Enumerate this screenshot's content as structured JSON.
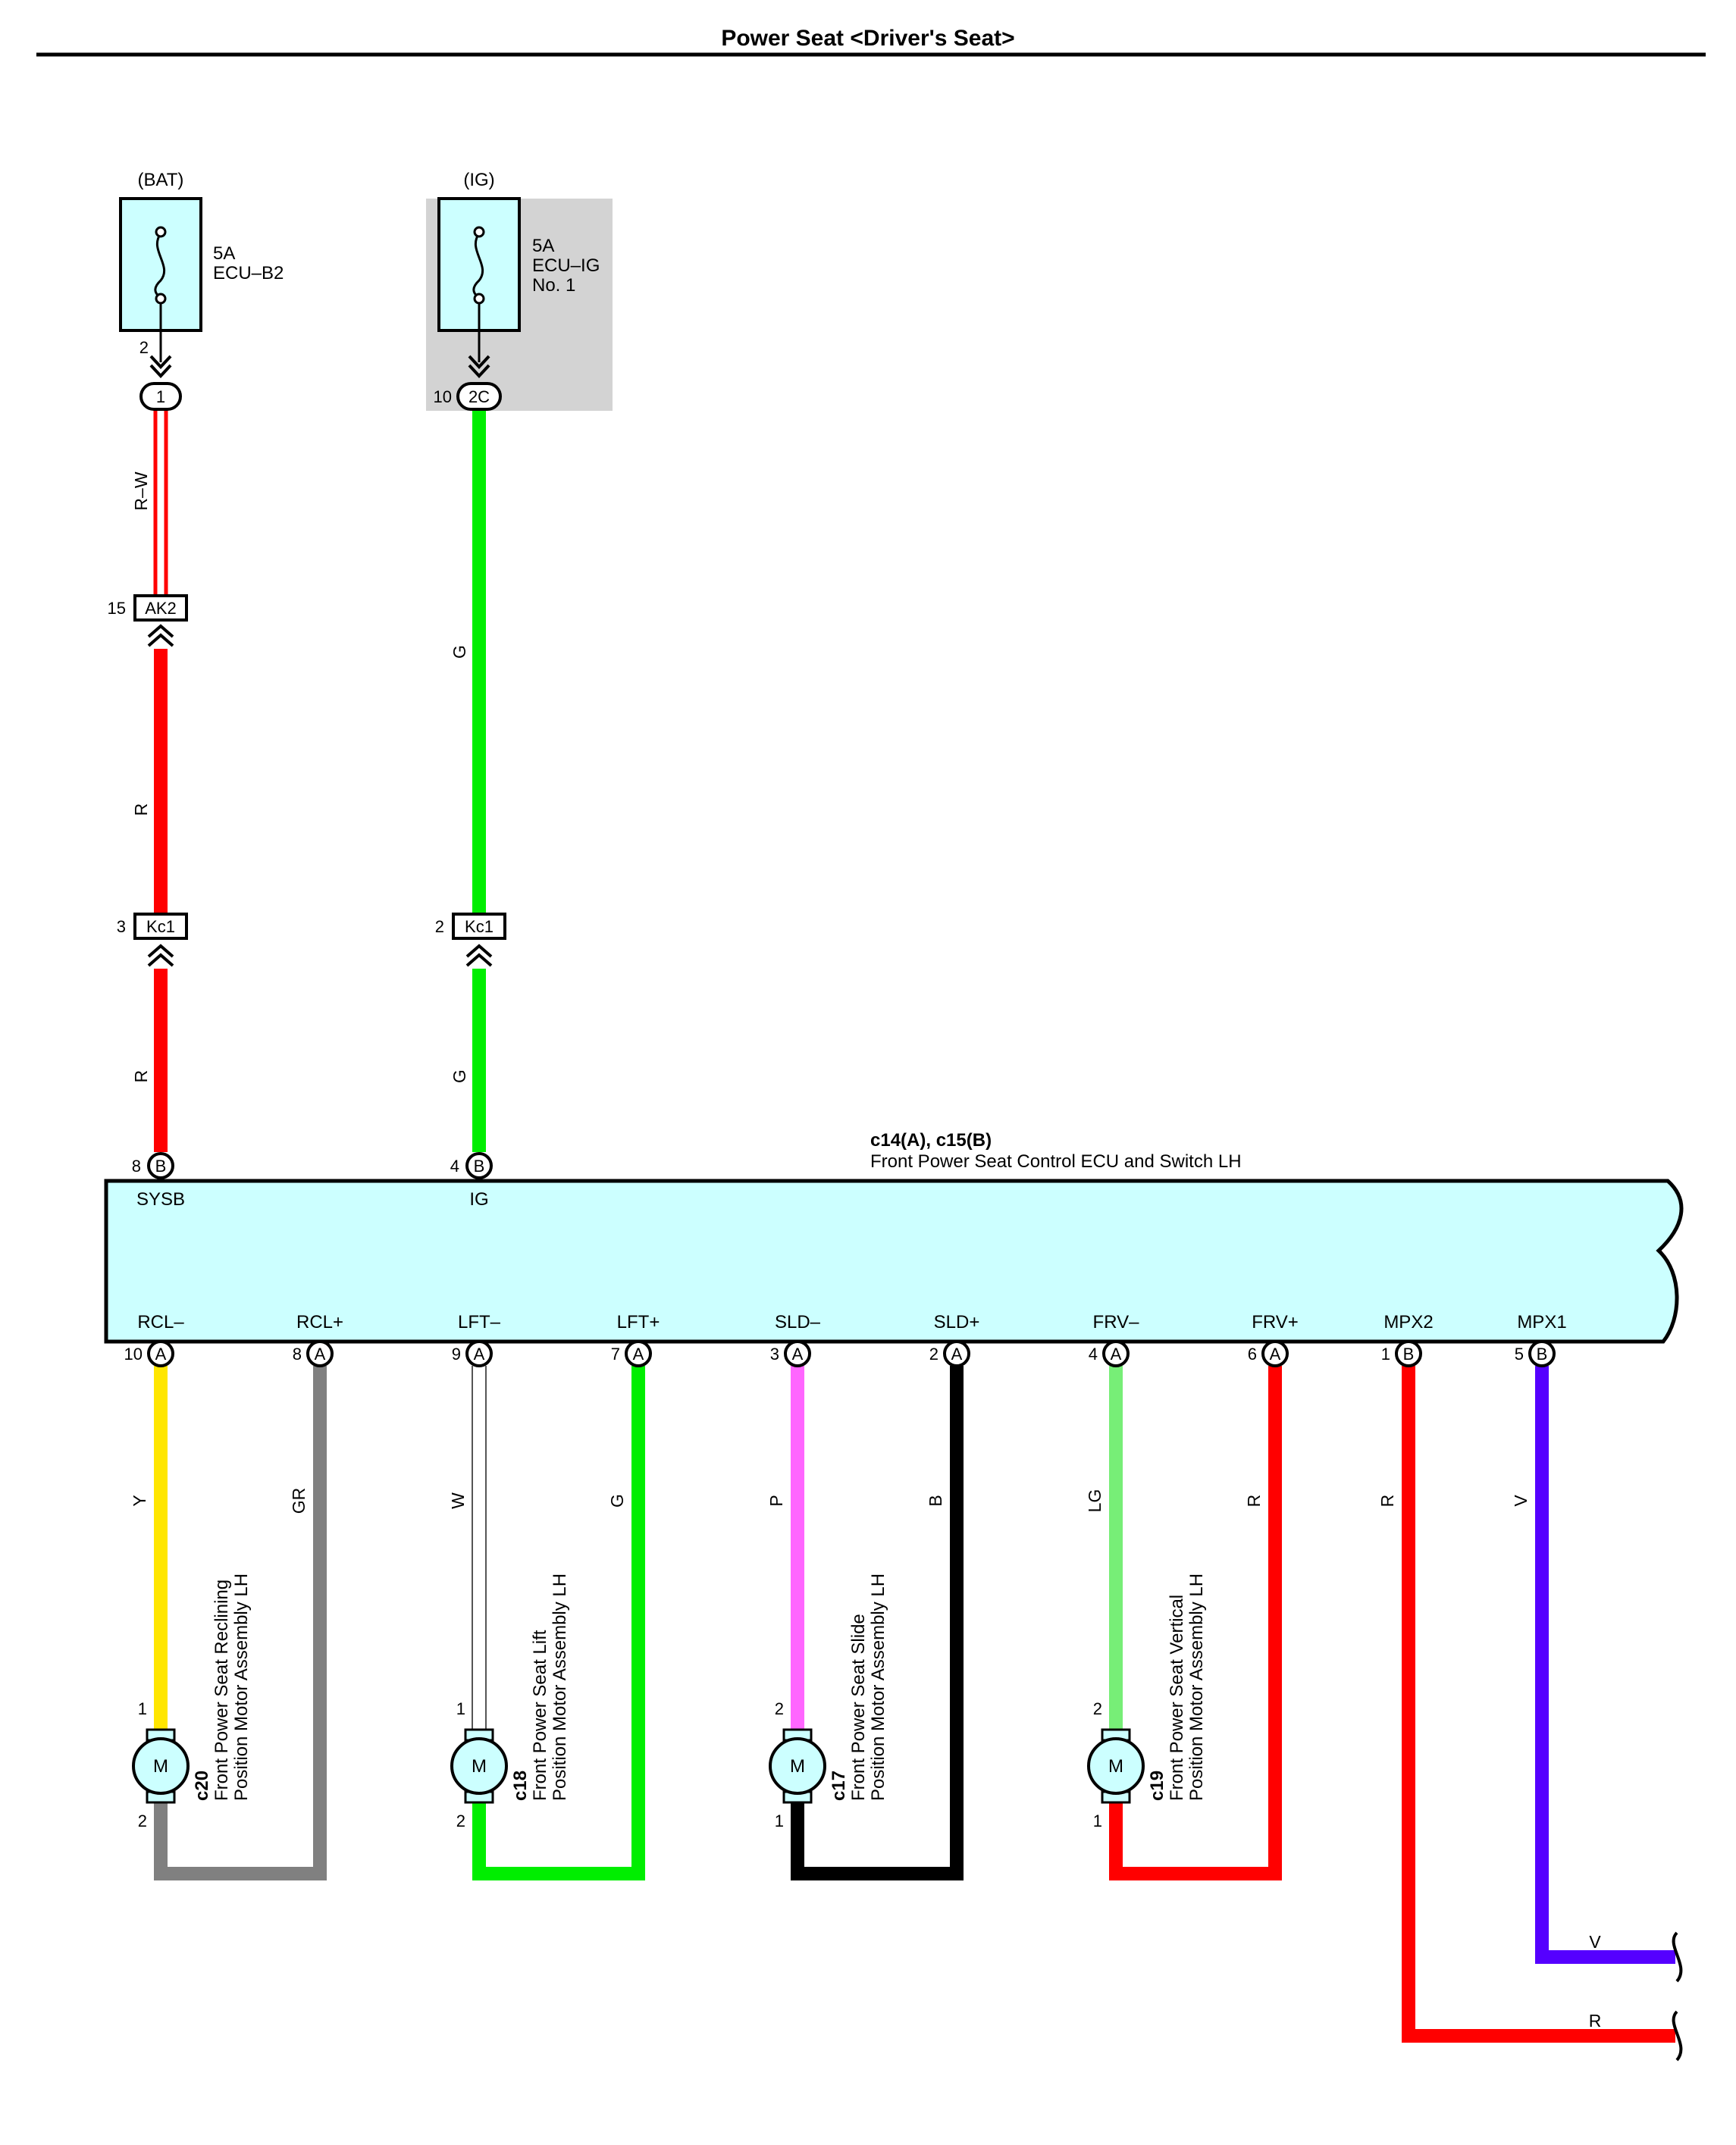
{
  "title": "Power Seat <Driver's Seat>",
  "colors": {
    "R": "#ff0000",
    "G": "#00ee00",
    "Y": "#ffe600",
    "GR": "#808080",
    "W": "#ffffff",
    "P": "#ff66ff",
    "B": "#000000",
    "LG": "#77ee77",
    "V": "#5500ff",
    "ecu_fill": "#ccffff",
    "shade": "#d3d3d3"
  },
  "fuses": [
    {
      "source": "(BAT)",
      "line1": "5A",
      "line2": "ECU–B2",
      "line3": "",
      "pin": "2",
      "conn_pin": "1",
      "conn_label": "1"
    },
    {
      "source": "(IG)",
      "line1": "5A",
      "line2": "ECU–IG",
      "line3": "No. 1",
      "pin": "",
      "conn_pin": "10",
      "conn_label": "2C"
    }
  ],
  "junctions": [
    {
      "label": "AK2",
      "pin": "15"
    },
    {
      "label": "Kc1",
      "pin": "3"
    },
    {
      "label": "Kc1",
      "pin": "2"
    }
  ],
  "upper_wires": [
    "R–W",
    "R",
    "R",
    "G",
    "G"
  ],
  "ecu": {
    "title": "c14(A), c15(B)",
    "name": "Front Power Seat Control ECU and Switch LH",
    "top_terminals": [
      {
        "name": "SYSB",
        "pin": "8",
        "conn": "B"
      },
      {
        "name": "IG",
        "pin": "4",
        "conn": "B"
      }
    ],
    "bottom_terminals": [
      {
        "name": "RCL–",
        "pin": "10",
        "conn": "A",
        "wire": "Y"
      },
      {
        "name": "RCL+",
        "pin": "8",
        "conn": "A",
        "wire": "GR"
      },
      {
        "name": "LFT–",
        "pin": "9",
        "conn": "A",
        "wire": "W"
      },
      {
        "name": "LFT+",
        "pin": "7",
        "conn": "A",
        "wire": "G"
      },
      {
        "name": "SLD–",
        "pin": "3",
        "conn": "A",
        "wire": "P"
      },
      {
        "name": "SLD+",
        "pin": "2",
        "conn": "A",
        "wire": "B"
      },
      {
        "name": "FRV–",
        "pin": "4",
        "conn": "A",
        "wire": "LG"
      },
      {
        "name": "FRV+",
        "pin": "6",
        "conn": "A",
        "wire": "R"
      },
      {
        "name": "MPX2",
        "pin": "1",
        "conn": "B",
        "wire": "R"
      },
      {
        "name": "MPX1",
        "pin": "5",
        "conn": "B",
        "wire": "V"
      }
    ]
  },
  "motors": [
    {
      "id": "c20",
      "name1": "Front Power Seat Reclining",
      "name2": "Position Motor Assembly LH",
      "pin_top": "1",
      "pin_bottom": "2",
      "symbol": "M"
    },
    {
      "id": "c18",
      "name1": "Front Power Seat Lift",
      "name2": "Position Motor Assembly LH",
      "pin_top": "1",
      "pin_bottom": "2",
      "symbol": "M"
    },
    {
      "id": "c17",
      "name1": "Front Power Seat Slide",
      "name2": "Position Motor Assembly LH",
      "pin_top": "2",
      "pin_bottom": "1",
      "symbol": "M"
    },
    {
      "id": "c19",
      "name1": "Front Power Seat Vertical",
      "name2": "Position Motor Assembly LH",
      "pin_top": "2",
      "pin_bottom": "1",
      "symbol": "M"
    }
  ],
  "exit_wires": [
    "V",
    "R"
  ]
}
